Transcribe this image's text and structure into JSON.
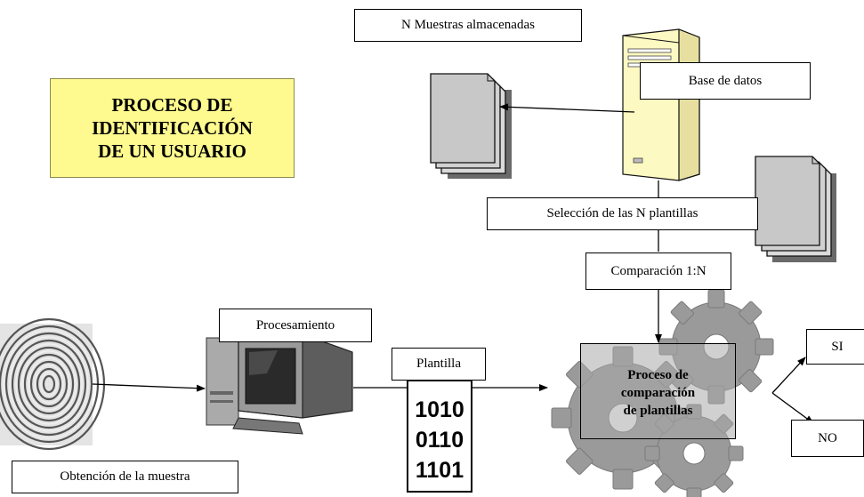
{
  "title": {
    "line1": "PROCESO DE",
    "line2": "IDENTIFICACIÓN",
    "line3": "DE UN USUARIO"
  },
  "labels": {
    "n_muestras": "N Muestras almacenadas",
    "base_datos": "Base de datos",
    "seleccion": "Selección de las N plantillas",
    "comparacion": "Comparación 1:N",
    "procesamiento": "Procesamiento",
    "plantilla": "Plantilla",
    "obtencion": "Obtención de la muestra",
    "si": "SI",
    "no": "NO"
  },
  "binary_code": [
    "1010",
    "0110",
    "1101"
  ],
  "process": {
    "line1": "Proceso de",
    "line2": "comparación",
    "line3": "de plantillas"
  },
  "colors": {
    "title_bg": "#fefa8f",
    "server_bg": "#fdf9c2",
    "gear": "#9a9a9a",
    "document": "#c9c9c9"
  }
}
